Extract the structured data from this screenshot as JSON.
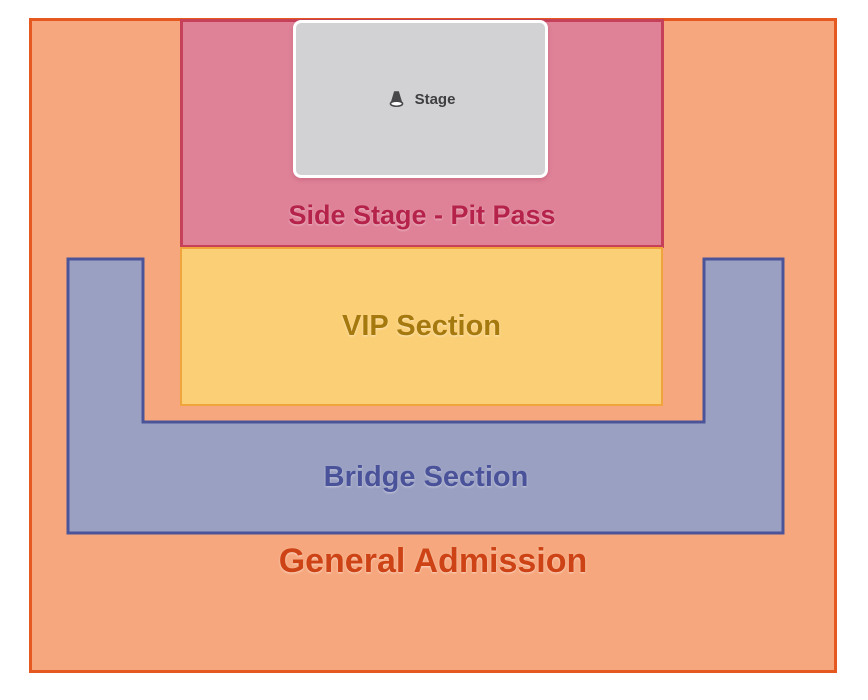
{
  "map": {
    "sections": {
      "general_admission": {
        "label": "General Admission",
        "fill": "#f6a77d",
        "border": "#e5581f",
        "label_color": "#cd4315"
      },
      "bridge": {
        "label": "Bridge Section",
        "fill": "#9aa0c2",
        "border": "#4b5499",
        "label_color": "#4a529a"
      },
      "side_stage": {
        "label": "Side Stage - Pit Pass",
        "fill": "#df8298",
        "border": "#c7405a",
        "label_color": "#b5234b"
      },
      "vip": {
        "label": "VIP Section",
        "fill": "#fbcf76",
        "border": "#f0a43c",
        "label_color": "#a5790e"
      },
      "stage": {
        "label": "Stage",
        "fill": "#d2d2d4",
        "border": "#ffffff",
        "label_color": "#3f3f41",
        "icon": "stage-light-icon"
      }
    }
  }
}
